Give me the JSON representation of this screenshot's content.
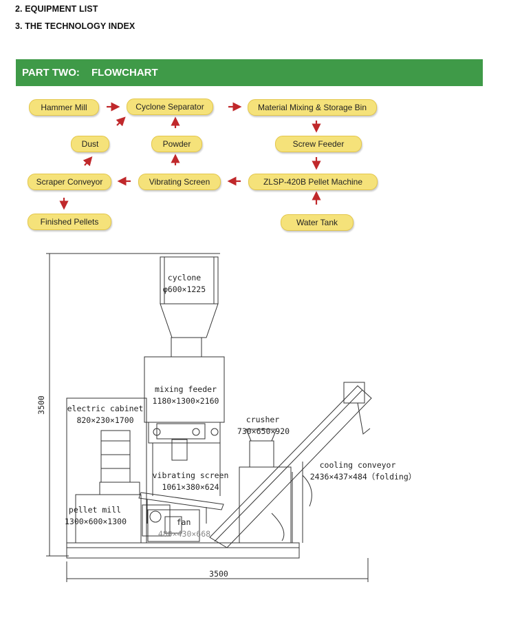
{
  "headings": {
    "item2": "2. EQUIPMENT LIST",
    "item3": "3. THE TECHNOLOGY INDEX"
  },
  "banner": {
    "part": "PART TWO:",
    "title": "FLOWCHART"
  },
  "flowchart": {
    "hammer_mill": "Hammer Mill",
    "cyclone_separator": "Cyclone Separator",
    "material_mixing": "Material Mixing & Storage Bin",
    "dust": "Dust",
    "powder": "Powder",
    "screw_feeder": "Screw Feeder",
    "scraper_conveyor": "Scraper  Conveyor",
    "vibrating_screen": "Vibrating Screen",
    "pellet_machine": "ZLSP-420B Pellet Machine",
    "finished_pellets": "Finished Pellets",
    "water_tank": "Water Tank"
  },
  "diagram": {
    "height_dim": "3500",
    "width_dim": "3500",
    "cyclone_name": "cyclone",
    "cyclone_size": "φ600×1225",
    "mixing_name": "mixing feeder",
    "mixing_size": "1180×1300×2160",
    "cabinet_name": "electric cabinet",
    "cabinet_size": "820×230×1700",
    "crusher_name": "crusher",
    "crusher_size": "730×650×920",
    "screen_name": "vibrating screen",
    "screen_size": "1061×380×624",
    "cooling_name": "cooling conveyor",
    "cooling_size": "2436×437×484（folding）",
    "pellet_name": "pellet mill",
    "pellet_size": "1300×600×1300",
    "fan_name": "fan",
    "fan_size": "480×430×668"
  }
}
